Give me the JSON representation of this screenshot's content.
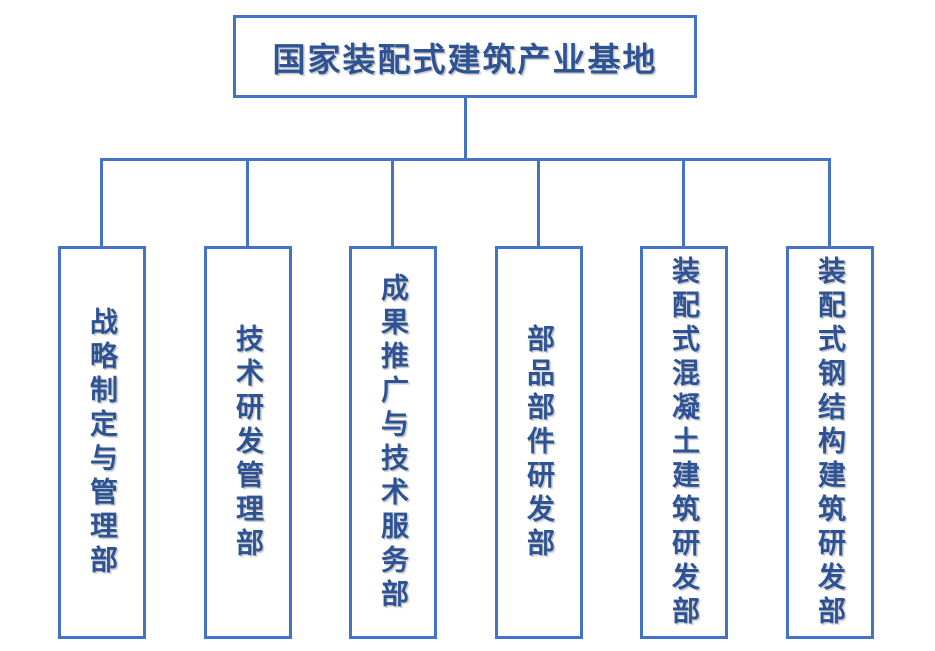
{
  "title": "国家装配式建筑产业基地",
  "departments": [
    "战略制定与管理部",
    "技术研发管理部",
    "成果推广与技术服务部",
    "部品部件研发部",
    "装配式混凝土建筑研发部",
    "装配式钢结构建筑研发部"
  ],
  "colors": {
    "line": "#4472C4",
    "text": "#2E5395",
    "background": "#FFFFFF"
  }
}
